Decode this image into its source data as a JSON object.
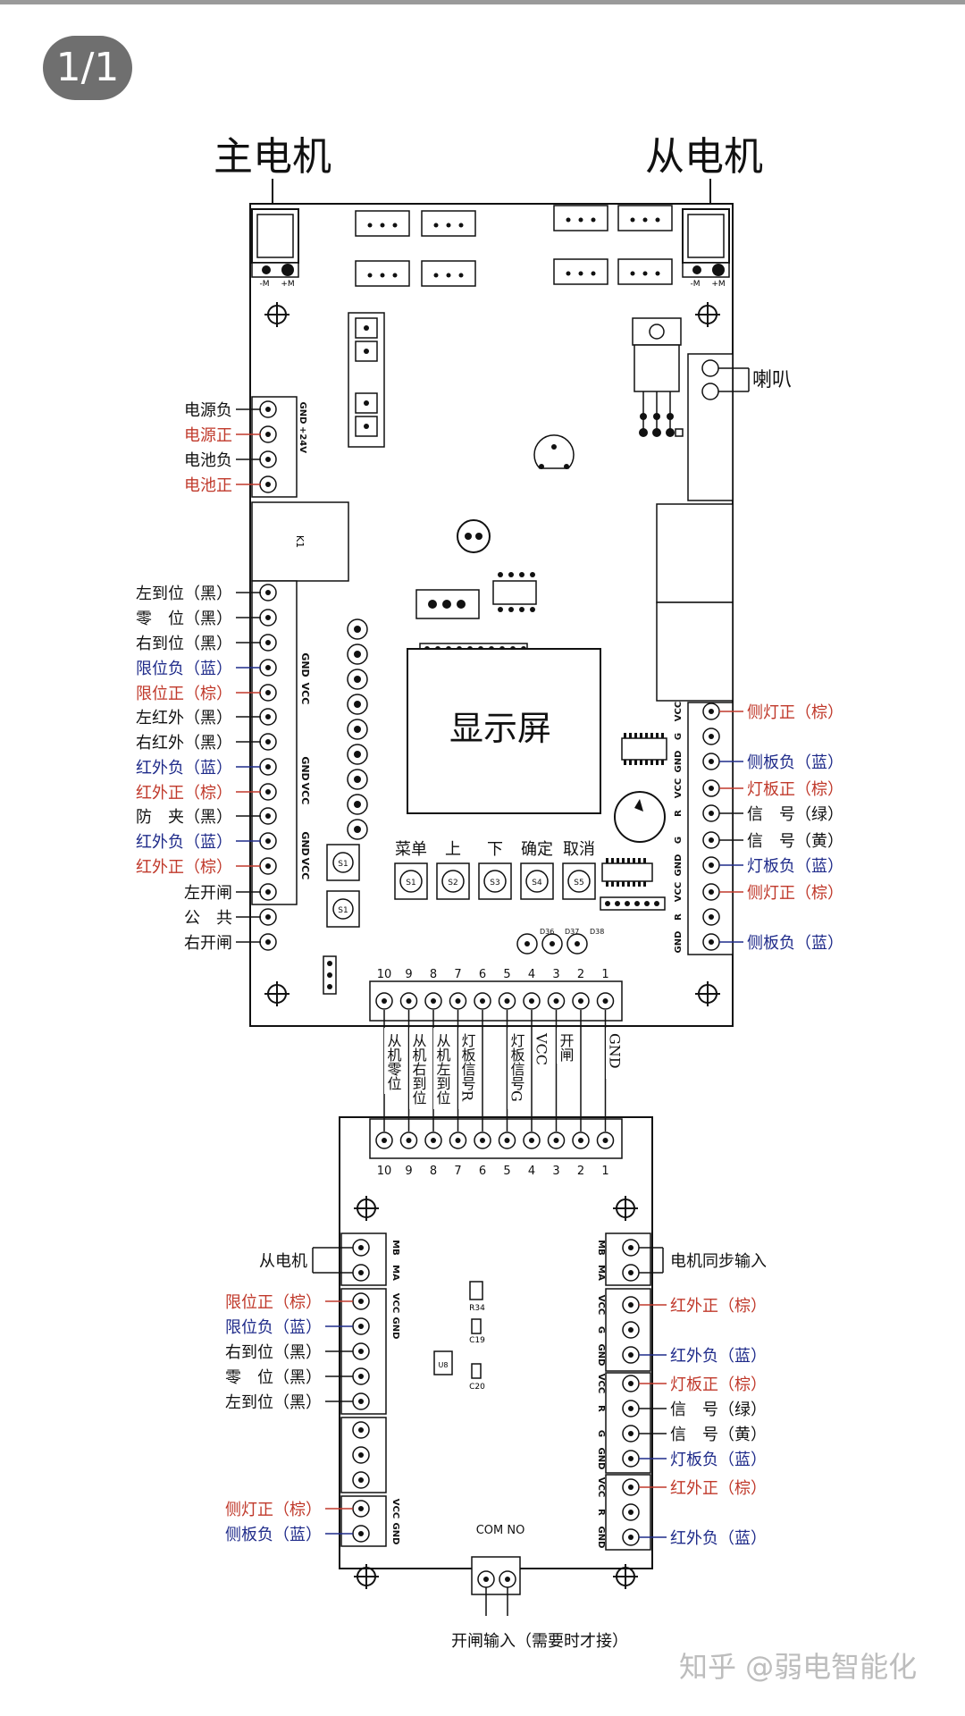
{
  "page_indicator": "1/1",
  "colors": {
    "red": "#c0392b",
    "blue": "#1f2b8a",
    "black": "#111111"
  },
  "board": {
    "main_motor": "主电机",
    "slave_motor": "从电机",
    "display": "显示屏",
    "speaker": "喇叭",
    "relay": "K1",
    "motor_terminal_labels": [
      "-M",
      "+M"
    ],
    "power_pins": [
      "GND",
      "+24V"
    ],
    "left_labels": [
      {
        "text": "电源负",
        "color": "black"
      },
      {
        "text": "电源正",
        "color": "red"
      },
      {
        "text": "电池负",
        "color": "black"
      },
      {
        "text": "电池正",
        "color": "red"
      },
      {
        "text": "左到位（黑）",
        "color": "black"
      },
      {
        "text": "零　位（黑）",
        "color": "black"
      },
      {
        "text": "右到位（黑）",
        "color": "black"
      },
      {
        "text": "限位负（蓝）",
        "color": "blue"
      },
      {
        "text": "限位正（棕）",
        "color": "red"
      },
      {
        "text": "左红外（黑）",
        "color": "black"
      },
      {
        "text": "右红外（黑）",
        "color": "black"
      },
      {
        "text": "红外负（蓝）",
        "color": "blue"
      },
      {
        "text": "红外正（棕）",
        "color": "red"
      },
      {
        "text": "防　夹（黑）",
        "color": "black"
      },
      {
        "text": "红外负（蓝）",
        "color": "blue"
      },
      {
        "text": "红外正（棕）",
        "color": "red"
      },
      {
        "text": "左开闸",
        "color": "black"
      },
      {
        "text": "公　共",
        "color": "black"
      },
      {
        "text": "右开闸",
        "color": "black"
      }
    ],
    "left_pins": [
      "GND",
      "VCC",
      "GND",
      "VCC",
      "GND",
      "VCC"
    ],
    "right_labels": [
      {
        "text": "侧灯正（棕）",
        "color": "red"
      },
      {
        "text": "侧板负（蓝）",
        "color": "blue"
      },
      {
        "text": "灯板正（棕）",
        "color": "red"
      },
      {
        "text": "信　号（绿）",
        "color": "black"
      },
      {
        "text": "信　号（黄）",
        "color": "black"
      },
      {
        "text": "灯板负（蓝）",
        "color": "blue"
      },
      {
        "text": "侧灯正（棕）",
        "color": "red"
      },
      {
        "text": "侧板负（蓝）",
        "color": "blue"
      }
    ],
    "right_pins": [
      "VCC",
      "G",
      "GND",
      "VCC",
      "R",
      "G",
      "GND",
      "VCC",
      "R",
      "GND"
    ],
    "buttons": [
      {
        "label": "菜单",
        "id": "S1"
      },
      {
        "label": "上",
        "id": "S2"
      },
      {
        "label": "下",
        "id": "S3"
      },
      {
        "label": "确定",
        "id": "S4"
      },
      {
        "label": "取消",
        "id": "S5"
      }
    ],
    "side_buttons": [
      "S1",
      "S1"
    ],
    "leds": [
      "D36",
      "D37",
      "D38"
    ]
  },
  "connector": {
    "numbers": [
      "10",
      "9",
      "8",
      "7",
      "6",
      "5",
      "4",
      "3",
      "2",
      "1"
    ],
    "wires": [
      "从机零位",
      "从机右到位",
      "从机左到位",
      "灯板信号R",
      "灯板信号G",
      "VCC",
      "开闸",
      "GND"
    ]
  },
  "subboard": {
    "left_labels": [
      {
        "text": "从电机",
        "color": "black"
      },
      {
        "text": "限位正（棕）",
        "color": "red"
      },
      {
        "text": "限位负（蓝）",
        "color": "blue"
      },
      {
        "text": "右到位（黑）",
        "color": "black"
      },
      {
        "text": "零　位（黑）",
        "color": "black"
      },
      {
        "text": "左到位（黑）",
        "color": "black"
      },
      {
        "text": "侧灯正（棕）",
        "color": "red"
      },
      {
        "text": "侧板负（蓝）",
        "color": "blue"
      }
    ],
    "left_pins": [
      "MB",
      "MA",
      "VCC",
      "GND",
      "VCC",
      "GND"
    ],
    "right_labels": [
      {
        "text": "电机同步输入",
        "color": "black"
      },
      {
        "text": "红外正（棕）",
        "color": "red"
      },
      {
        "text": "红外负（蓝）",
        "color": "blue"
      },
      {
        "text": "灯板正（棕）",
        "color": "red"
      },
      {
        "text": "信　号（绿）",
        "color": "black"
      },
      {
        "text": "信　号（黄）",
        "color": "black"
      },
      {
        "text": "灯板负（蓝）",
        "color": "blue"
      },
      {
        "text": "红外正（棕）",
        "color": "red"
      },
      {
        "text": "红外负（蓝）",
        "color": "blue"
      }
    ],
    "right_pins": [
      "MB",
      "MA",
      "VCC",
      "G",
      "GND",
      "VCC",
      "R",
      "G",
      "GND",
      "VCC",
      "R",
      "GND"
    ],
    "components": [
      "R34",
      "C19",
      "U8",
      "C20"
    ],
    "com_no": "COM NO",
    "gate_input": "开闸输入（需要时才接）"
  },
  "watermark": "知乎 @弱电智能化"
}
